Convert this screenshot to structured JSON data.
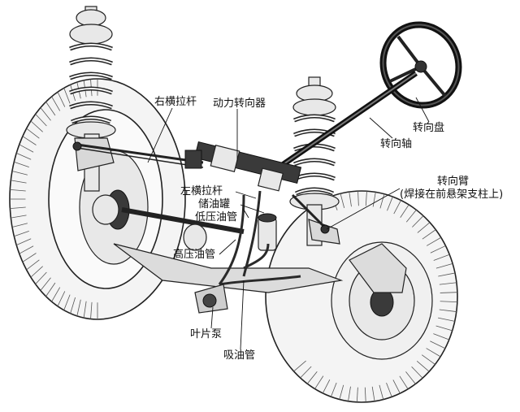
{
  "labels": {
    "right_tie_rod": "右横拉杆",
    "power_steering_gear": "动力转向器",
    "steering_wheel": "转向盘",
    "steering_shaft": "转向轴",
    "steering_arm": "转向臂",
    "steering_arm_note": "(焊接在前悬架支柱上)",
    "left_tie_rod": "左横拉杆",
    "reservoir": "储油罐",
    "low_pressure_hose": "低压油管",
    "high_pressure_hose": "高压油管",
    "vane_pump": "叶片泵",
    "suction_hose": "吸油管"
  }
}
